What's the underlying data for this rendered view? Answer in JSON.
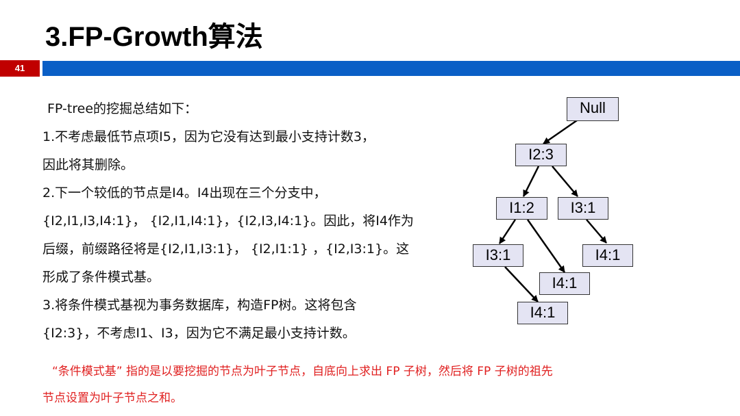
{
  "title": "3.FP-Growth算法",
  "page_number": "41",
  "content": [
    "FP-tree的挖掘总结如下：",
    "1.不考虑最低节点项I5，因为它没有达到最小支持计数3，",
    "因此将其删除。",
    "2.下一个较低的节点是I4。I4出现在三个分支中，",
    "{I2,I1,I3,I4:1}， {I2,I1,I4:1}，{I2,I3,I4:1}。因此，将I4作为",
    "后缀，前缀路径将是{I2,I1,I3:1}， {I2,I1:1} ，{I2,I3:1}。这",
    "形成了条件模式基。",
    "3.将条件模式基视为事务数据库，构造FP树。这将包含",
    "{I2:3}，不考虑I1、I3，因为它不满足最小支持计数。"
  ],
  "note": [
    "“条件模式基” 指的是以要挖掘的节点为叶子节点，自底向上求出 FP 子树，然后将 FP 子树的祖先",
    "节点设置为叶子节点之和。"
  ],
  "tree": {
    "null": "Null",
    "i2_3": "I2:3",
    "i1_2": "I1:2",
    "i3_1_right": "I3:1",
    "i3_1_left": "I3:1",
    "i4_1_right": "I4:1",
    "i4_1_mid": "I4:1",
    "i4_1_bottom": "I4:1"
  },
  "colors": {
    "page_badge": "#c00000",
    "header_bar": "#0a5fc6",
    "note_text": "#e02020",
    "node_fill": "#e4e4f3"
  }
}
